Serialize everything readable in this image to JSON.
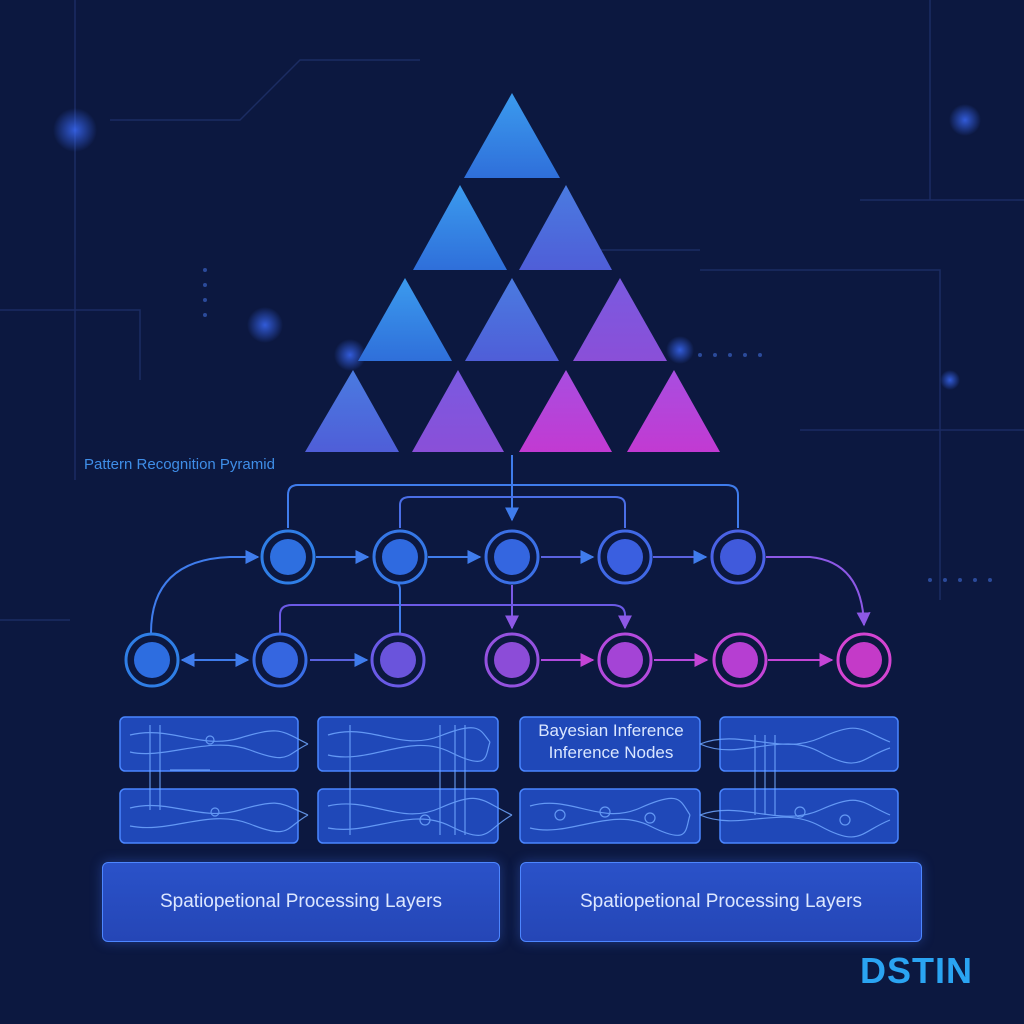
{
  "diagram": {
    "pyramid_label": "Pattern Recognition Pyramid",
    "bayesian_box": {
      "line1": "Bayesian Inference",
      "line2": "Inference Nodes"
    },
    "processing_layers": [
      {
        "label": "Spatiopetional Processing Layers"
      },
      {
        "label": "Spatiopetional Processing Layers"
      }
    ],
    "brand": "DSTIN"
  },
  "colors": {
    "background": "#0c1840",
    "blue": "#2f7fe6",
    "violet": "#8a52e0",
    "magenta": "#c83ad6",
    "line": "#3f76e8"
  }
}
